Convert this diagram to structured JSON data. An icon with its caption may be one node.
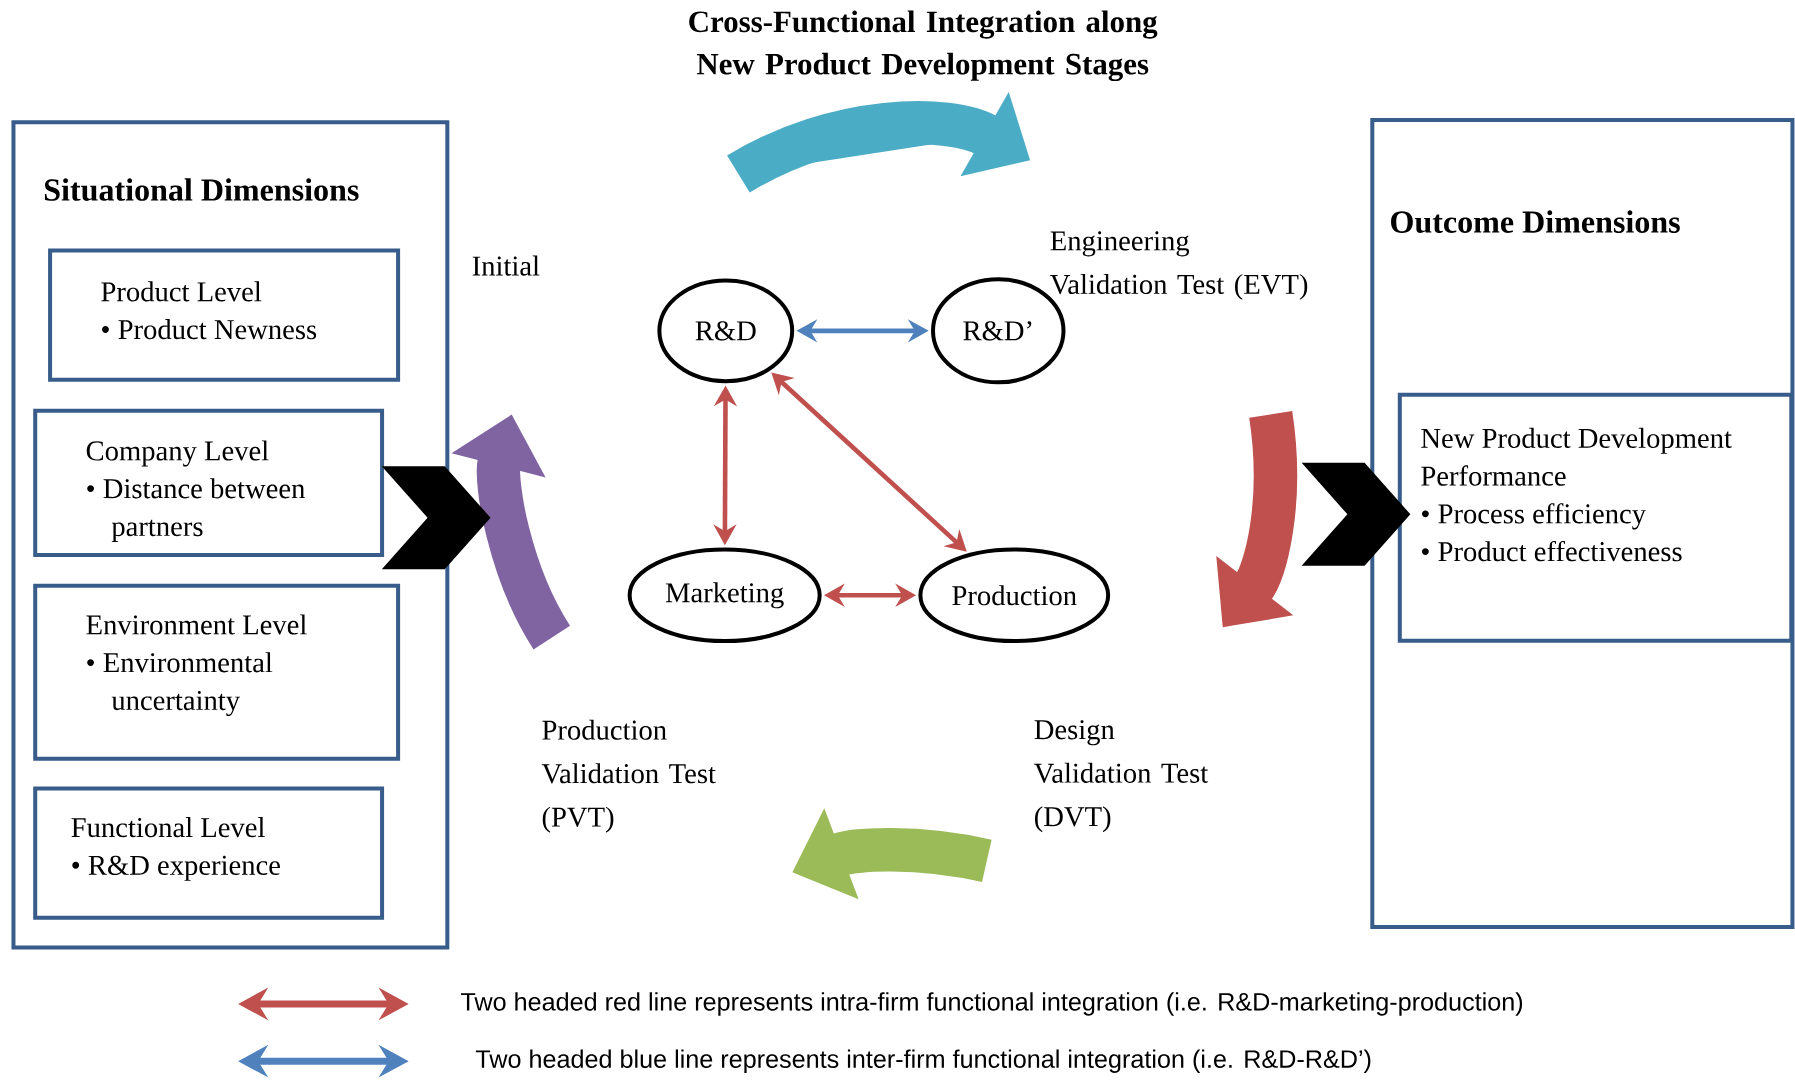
{
  "diagram": {
    "title": "Cross-Functional Integration along New Product Development Stages",
    "nodes": [
      {
        "text": [
          "Situational Dimensions"
        ]
      },
      {
        "text": [
          "Product Level",
          "• Product Newness"
        ],
        "in": 0
      },
      {
        "text": [
          "Company Level",
          "• Distance between partners"
        ],
        "in": 0
      },
      {
        "text": [
          "Environment Level",
          "• Environmental uncertainty"
        ],
        "in": 0
      },
      {
        "text": [
          "Functional Level",
          "• R&D experience"
        ],
        "in": 0
      },
      {
        "text": [
          "Outcome Dimensions"
        ]
      },
      {
        "text": [
          "New Product Development Performance",
          "• Process efficiency",
          "• Product effectiveness"
        ],
        "in": 5
      },
      {
        "text": [
          "R&D"
        ]
      },
      {
        "text": [
          "R&D’"
        ]
      },
      {
        "text": [
          "Marketing"
        ]
      },
      {
        "text": [
          "Production"
        ]
      },
      {
        "text": [
          "Initial"
        ]
      },
      {
        "text": [
          "Engineering Validation Test (EVT)"
        ]
      },
      {
        "text": [
          "Design Validation Test (DVT)"
        ]
      },
      {
        "text": [
          "Production Validation Test (PVT)"
        ]
      }
    ],
    "edges": [
      {
        "from": 0,
        "to": null,
        "arrow": "to",
        "color": "#000000"
      },
      {
        "from": null,
        "to": 5,
        "arrow": "to",
        "color": "#000000"
      },
      {
        "from": 7,
        "to": 8,
        "arrow": "both",
        "color": "#4f81bd"
      },
      {
        "from": 7,
        "to": 9,
        "arrow": "both",
        "color": "#c0504d"
      },
      {
        "from": 7,
        "to": 10,
        "arrow": "both",
        "color": "#c0504d"
      },
      {
        "from": 9,
        "to": 10,
        "arrow": "both",
        "color": "#c0504d"
      }
    ],
    "legend": [
      {
        "text": "Two headed red line represents intra-firm functional integration (i.e. R&D-marketing-production)"
      },
      {
        "text": "Two headed blue line represents inter-firm functional integration (i.e. R&D-R&D’)"
      }
    ]
  }
}
